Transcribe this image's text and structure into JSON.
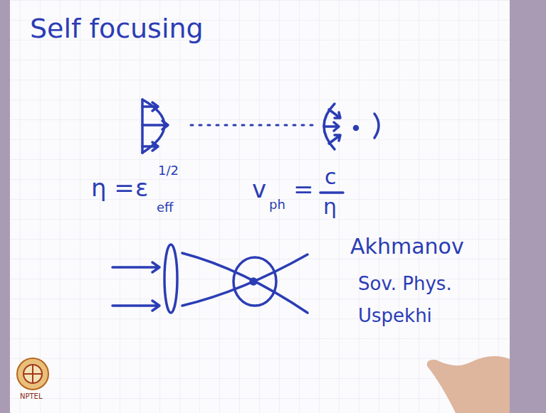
{
  "diagram": {
    "title": "Self focusing",
    "labels": [
      "η =",
      "ε",
      "1/2",
      "eff",
      "v",
      "ph",
      "=",
      "c",
      "η",
      "Akhmanov",
      "Sov. Phys.",
      "Uspekhi",
      "NPTEL"
    ]
  }
}
